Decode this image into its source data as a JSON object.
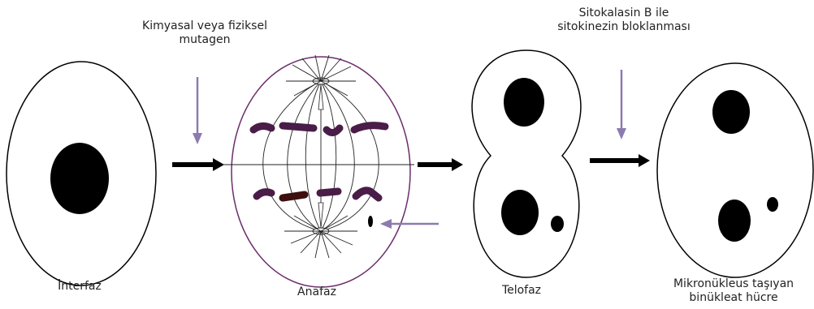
{
  "annotations": {
    "mutagen_line1": "Kimyasal veya fiziksel",
    "mutagen_line2": "mutagen",
    "cytoB_line1": "Sitokalasin B ile",
    "cytoB_line2": "sitokinezin bloklanması"
  },
  "stages": {
    "interphase": "İnterfaz",
    "anaphase": "Anafaz",
    "telophase": "Telofaz",
    "result_line1": "Mikronükleus taşıyan",
    "result_line2": "binükleat hücre"
  },
  "colors": {
    "arrow_annotation": "#8c7bb0",
    "arrow_main": "#000000",
    "chromosome": "#4a1c48",
    "chromosome_alt": "#3d0f0f",
    "anaphase_outline": "#6b2e6b"
  }
}
